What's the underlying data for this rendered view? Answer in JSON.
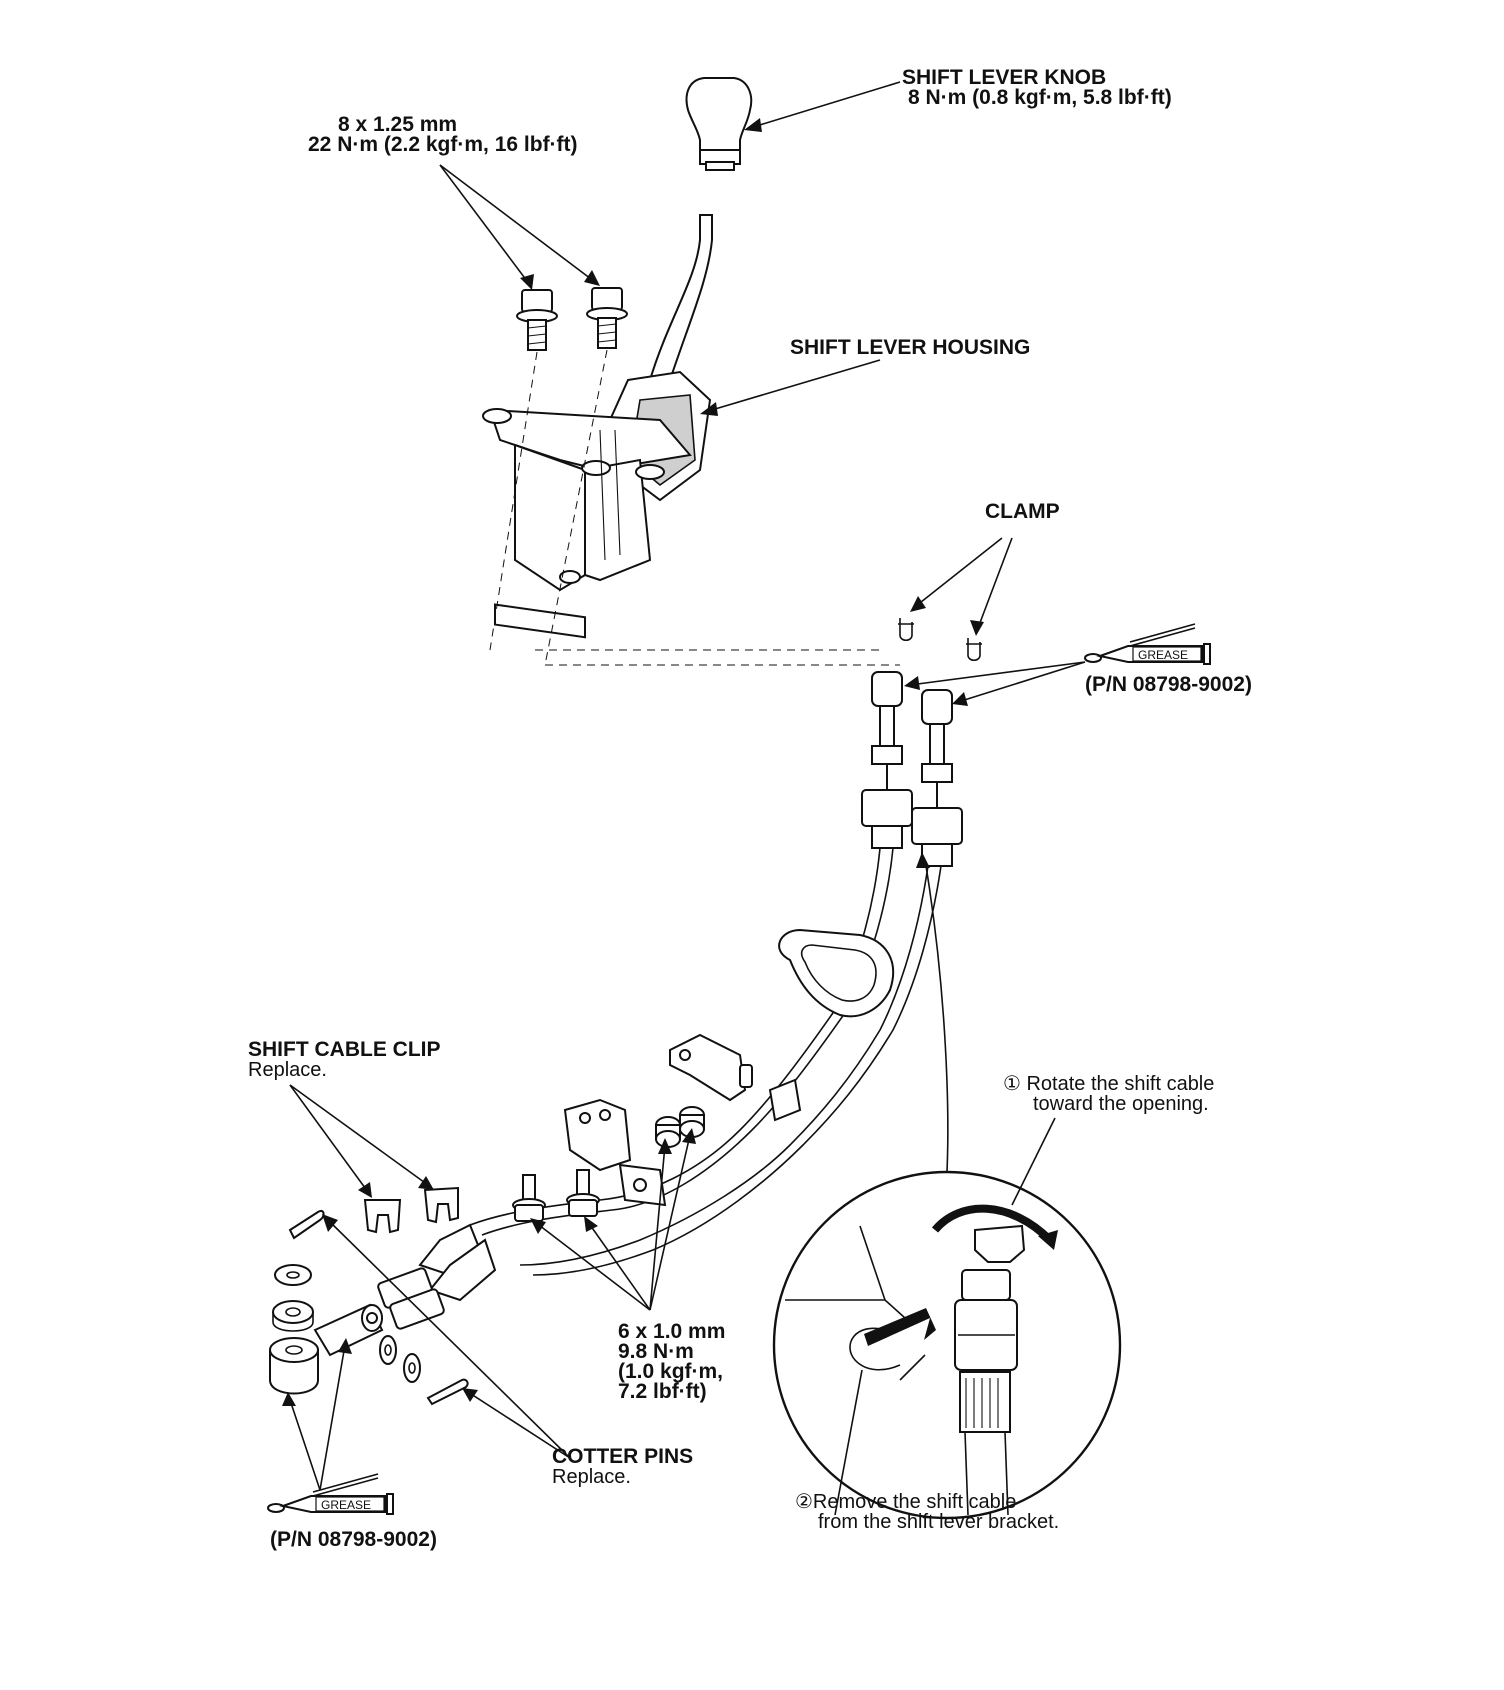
{
  "labels": {
    "knob_title": "SHIFT LEVER KNOB",
    "knob_torque": "8 N·m (0.8 kgf·m, 5.8 lbf·ft)",
    "bolt_size": "8 x 1.25 mm",
    "bolt_torque": "22 N·m (2.2 kgf·m, 16 lbf·ft)",
    "housing": "SHIFT LEVER HOUSING",
    "clamp": "CLAMP",
    "grease_tag": "GREASE",
    "grease_pn": "(P/N 08798-9002)",
    "clip_title": "SHIFT CABLE CLIP",
    "clip_note": "Replace.",
    "small_bolt_size": "6 x 1.0 mm",
    "small_bolt_torque_1": "9.8 N·m",
    "small_bolt_torque_2": "(1.0 kgf·m,",
    "small_bolt_torque_3": "7.2 lbf·ft)",
    "cotter_title": "COTTER PINS",
    "cotter_note": "Replace.",
    "step1_line1": "① Rotate the shift cable",
    "step1_line2": "toward the opening.",
    "step2_line1": "②Remove the shift cable",
    "step2_line2": "from the shift lever bracket."
  }
}
